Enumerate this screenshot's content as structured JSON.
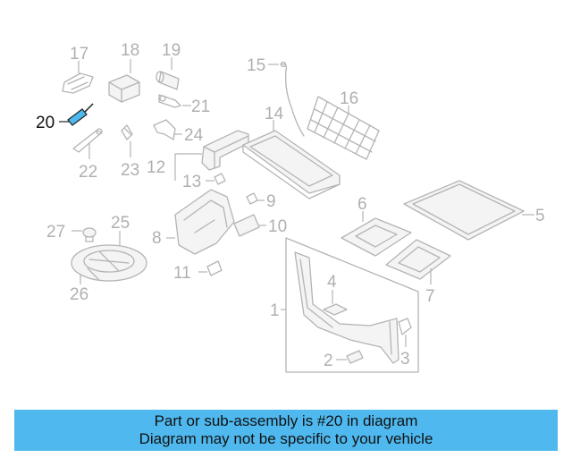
{
  "colors": {
    "highlight": "#4fb9ef",
    "parts": "#b4b4b4",
    "banner": "#4fb9ef"
  },
  "callouts": [
    {
      "n": "1"
    },
    {
      "n": "2"
    },
    {
      "n": "3"
    },
    {
      "n": "4"
    },
    {
      "n": "5"
    },
    {
      "n": "6"
    },
    {
      "n": "7"
    },
    {
      "n": "8"
    },
    {
      "n": "9"
    },
    {
      "n": "10"
    },
    {
      "n": "11"
    },
    {
      "n": "12"
    },
    {
      "n": "13"
    },
    {
      "n": "14"
    },
    {
      "n": "15"
    },
    {
      "n": "16"
    },
    {
      "n": "17"
    },
    {
      "n": "18"
    },
    {
      "n": "19"
    },
    {
      "n": "20"
    },
    {
      "n": "21"
    },
    {
      "n": "22"
    },
    {
      "n": "23"
    },
    {
      "n": "24"
    },
    {
      "n": "25"
    },
    {
      "n": "26"
    },
    {
      "n": "27"
    }
  ],
  "highlighted_part": "20",
  "banner": {
    "line1": "Part or sub-assembly is #20 in diagram",
    "line2": "Diagram may not be specific to your vehicle"
  }
}
